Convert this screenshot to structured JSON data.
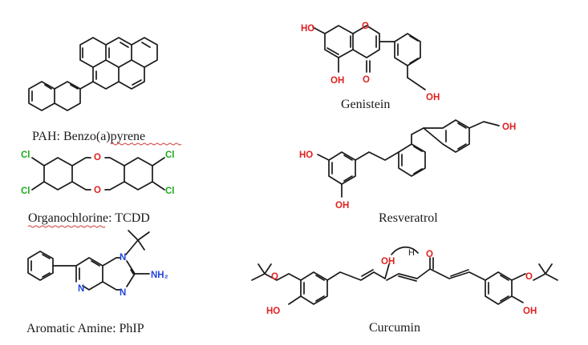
{
  "compounds": [
    {
      "id": "bap",
      "caption_prefix": "PAH: ",
      "caption_name": "Benzo(a)pyrene"
    },
    {
      "id": "gen",
      "caption": "Genistein",
      "atoms": {
        "oh_a": "HO",
        "o_ring": "O",
        "oh_b": "OH",
        "o_keto": "O",
        "oh_c": "OH"
      }
    },
    {
      "id": "tcdd",
      "caption_prefix": "Organochlorine",
      "caption_name": ": TCDD",
      "atoms": {
        "cl1": "Cl",
        "cl2": "Cl",
        "cl3": "Cl",
        "cl4": "Cl",
        "o1": "O",
        "o2": "O"
      }
    },
    {
      "id": "res",
      "caption": "Resveratrol",
      "atoms": {
        "oh_a": "HO",
        "oh_b": "OH",
        "oh_c": "OH"
      }
    },
    {
      "id": "phip",
      "caption": "Aromatic Amine: PhIP",
      "atoms": {
        "n1": "N",
        "n2": "N",
        "n3": "N",
        "nh2": "NH₂"
      }
    },
    {
      "id": "cur",
      "caption": "Curcumin",
      "atoms": {
        "o_l": "O",
        "ho_l": "HO",
        "oh_top": "OH",
        "h_top": "H",
        "o_keto": "O",
        "o_r": "O",
        "oh_r": "OH"
      }
    }
  ],
  "colors": {
    "oxygen": "#e01f1f",
    "chlorine": "#1faa1f",
    "nitrogen": "#2244dd",
    "bond": "#1a1a1a"
  }
}
